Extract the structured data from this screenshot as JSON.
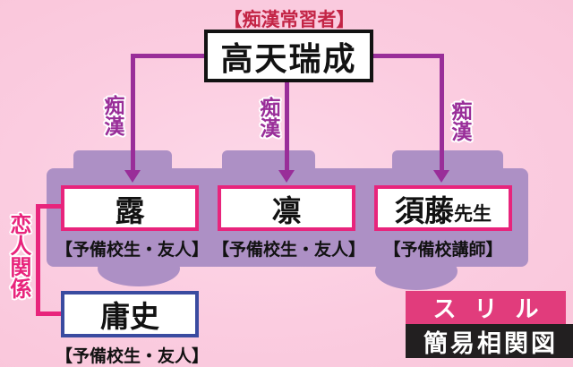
{
  "header": {
    "offender_label": "【痴漢常習者】"
  },
  "main_character": {
    "name": "高天瑞成"
  },
  "labels": {
    "chikan": "痴漢",
    "lovers": "恋人関係"
  },
  "victims": [
    {
      "name": "露",
      "caption": "【予備校生・友人】"
    },
    {
      "name": "凛",
      "caption": "【予備校生・友人】"
    },
    {
      "name": "須藤",
      "name_suffix": "先生",
      "caption": "【予備校講師】"
    }
  ],
  "partner": {
    "name": "庸史",
    "caption": "【予備校生・友人】"
  },
  "footer": {
    "work_title": "スリル",
    "diagram_label": "簡易相関図"
  },
  "colors": {
    "background_pink": "#fbcce0",
    "panel_purple": "#ad90c5",
    "arrow_purple": "#992e99",
    "accent_pink": "#e8247c",
    "partner_navy": "#3a4ba0",
    "offender_red": "#c32546",
    "footer_pink": "#e13c7c",
    "footer_black": "#221f20"
  }
}
